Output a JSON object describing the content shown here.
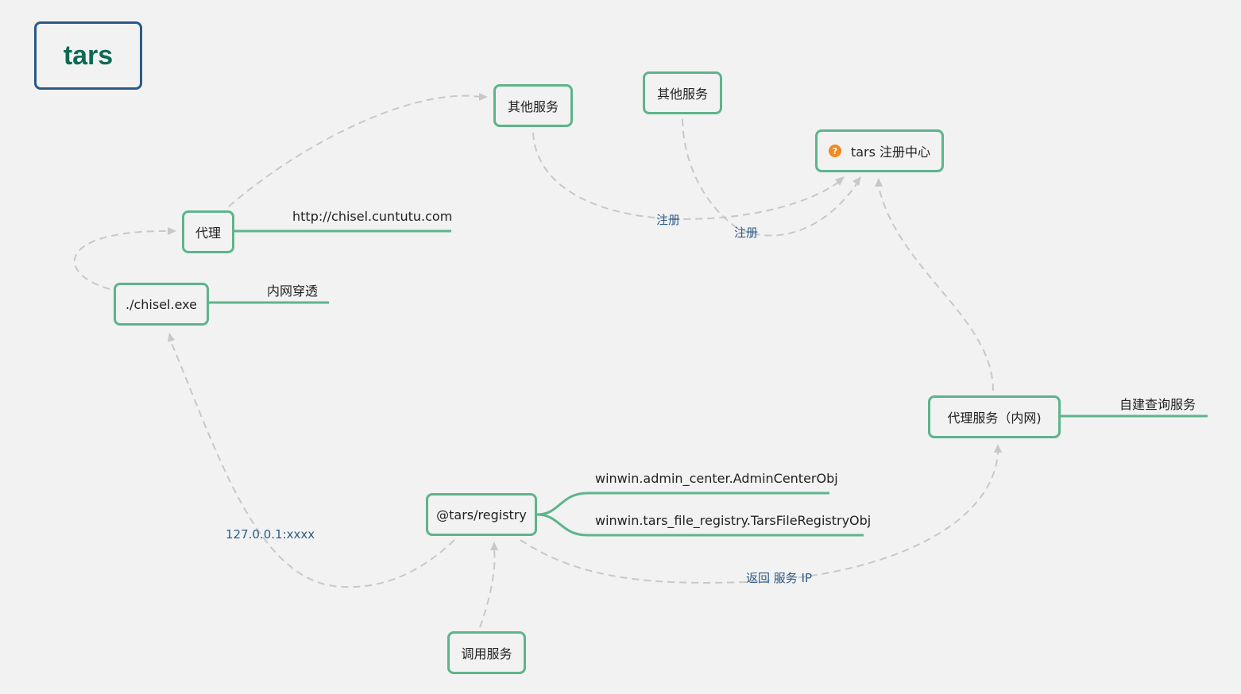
{
  "root": {
    "title": "tars"
  },
  "nodes": {
    "other_service_1": "其他服务",
    "other_service_2": "其他服务",
    "registry_center": "tars 注册中心",
    "registry_center_icon": "help-circle-icon",
    "proxy": "代理",
    "chisel": "./chisel.exe",
    "proxy_service": "代理服务（内网)",
    "tars_registry": "@tars/registry",
    "call_service": "调用服务"
  },
  "leaves": {
    "proxy_url": "http://chisel.cuntutu.com",
    "intranet_penetration": "内网穿透",
    "self_built_query": "自建查询服务",
    "admin_center_obj": "winwin.admin_center.AdminCenterObj",
    "file_registry_obj": "winwin.tars_file_registry.TarsFileRegistryObj"
  },
  "edge_labels": {
    "register_1": "注册",
    "register_2": "注册",
    "localhost": "127.0.0.1:xxxx",
    "return_ip": "返回 服务 IP"
  },
  "colors": {
    "root_border": "#2a5a86",
    "root_text": "#0e6a55",
    "node_border": "#5eb48b",
    "connector": "#c8c8c8",
    "edge_label": "#2d5b86",
    "badge": "#f08a24"
  }
}
